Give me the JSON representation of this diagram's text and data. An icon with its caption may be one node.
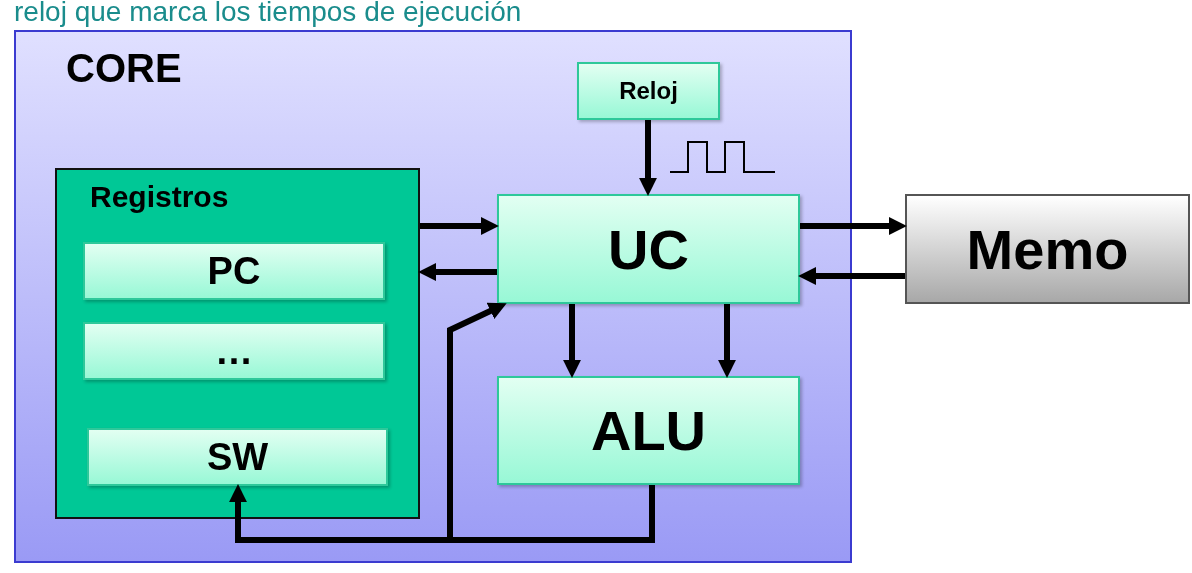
{
  "diagram": {
    "nodes": [
      {
        "text": [
          "CORE"
        ]
      },
      {
        "text": [
          "Registros"
        ],
        "in": 0
      },
      {
        "text": [
          "PC"
        ],
        "in": 1
      },
      {
        "text": [
          "…"
        ],
        "in": 1
      },
      {
        "text": [
          "SW"
        ],
        "in": 1
      },
      {
        "text": [
          "Reloj"
        ],
        "in": 0
      },
      {
        "text": [
          "UC"
        ],
        "in": 0
      },
      {
        "text": [
          "ALU"
        ],
        "in": 0
      },
      {
        "text": [
          "Memo"
        ]
      }
    ],
    "edges": [
      {
        "from": 5,
        "to": 6,
        "arrow": "to"
      },
      {
        "from": 1,
        "to": 6,
        "arrow": "to"
      },
      {
        "from": 6,
        "to": 1,
        "arrow": "to"
      },
      {
        "from": 6,
        "to": 8,
        "arrow": "to"
      },
      {
        "from": 8,
        "to": 6,
        "arrow": "to"
      },
      {
        "from": 6,
        "to": 7,
        "arrow": "to"
      },
      {
        "from": 6,
        "to": 7,
        "arrow": "to"
      },
      {
        "from": 7,
        "to": 4,
        "arrow": "to"
      },
      {
        "from": 7,
        "to": 6,
        "arrow": "to"
      }
    ],
    "labels": [
      "reloj que marca los tiempos de ejecución"
    ]
  }
}
